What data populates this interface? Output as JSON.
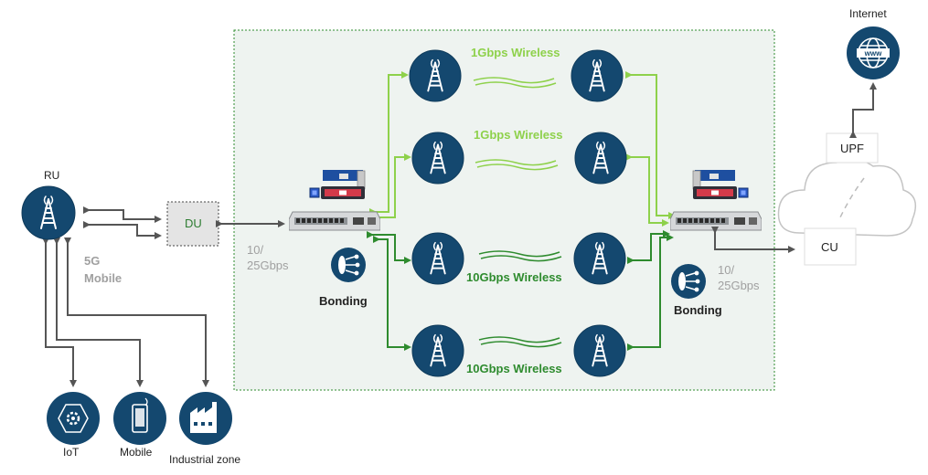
{
  "ru": {
    "label": "RU"
  },
  "mobile_5g": {
    "line1": "5G",
    "line2": "Mobile"
  },
  "du": {
    "label": "DU"
  },
  "left_rate": {
    "line1": "10/",
    "line2": "25Gbps"
  },
  "right_rate": {
    "line1": "10/",
    "line2": "25Gbps"
  },
  "bonding_left": {
    "label": "Bonding"
  },
  "bonding_right": {
    "label": "Bonding"
  },
  "links": [
    {
      "label": "1Gbps Wireless"
    },
    {
      "label": "1Gbps Wireless"
    },
    {
      "label": "10Gbps Wireless"
    },
    {
      "label": "10Gbps Wireless"
    }
  ],
  "internet": {
    "label": "Internet"
  },
  "upf": {
    "label": "UPF"
  },
  "cu": {
    "label": "CU"
  },
  "endpoints": [
    {
      "label": "IoT",
      "icon": "iot-icon"
    },
    {
      "label": "Mobile",
      "icon": "mobile-phone-icon"
    },
    {
      "label": "Industrial zone",
      "icon": "factory-icon"
    }
  ],
  "colors": {
    "icon_navy": "#14486f",
    "light_green": "#8ed14b",
    "dark_green": "#2e8b2e",
    "zone_fill": "#eef3f0",
    "zone_border": "#2e8b2e",
    "arrow_gray": "#555555"
  }
}
